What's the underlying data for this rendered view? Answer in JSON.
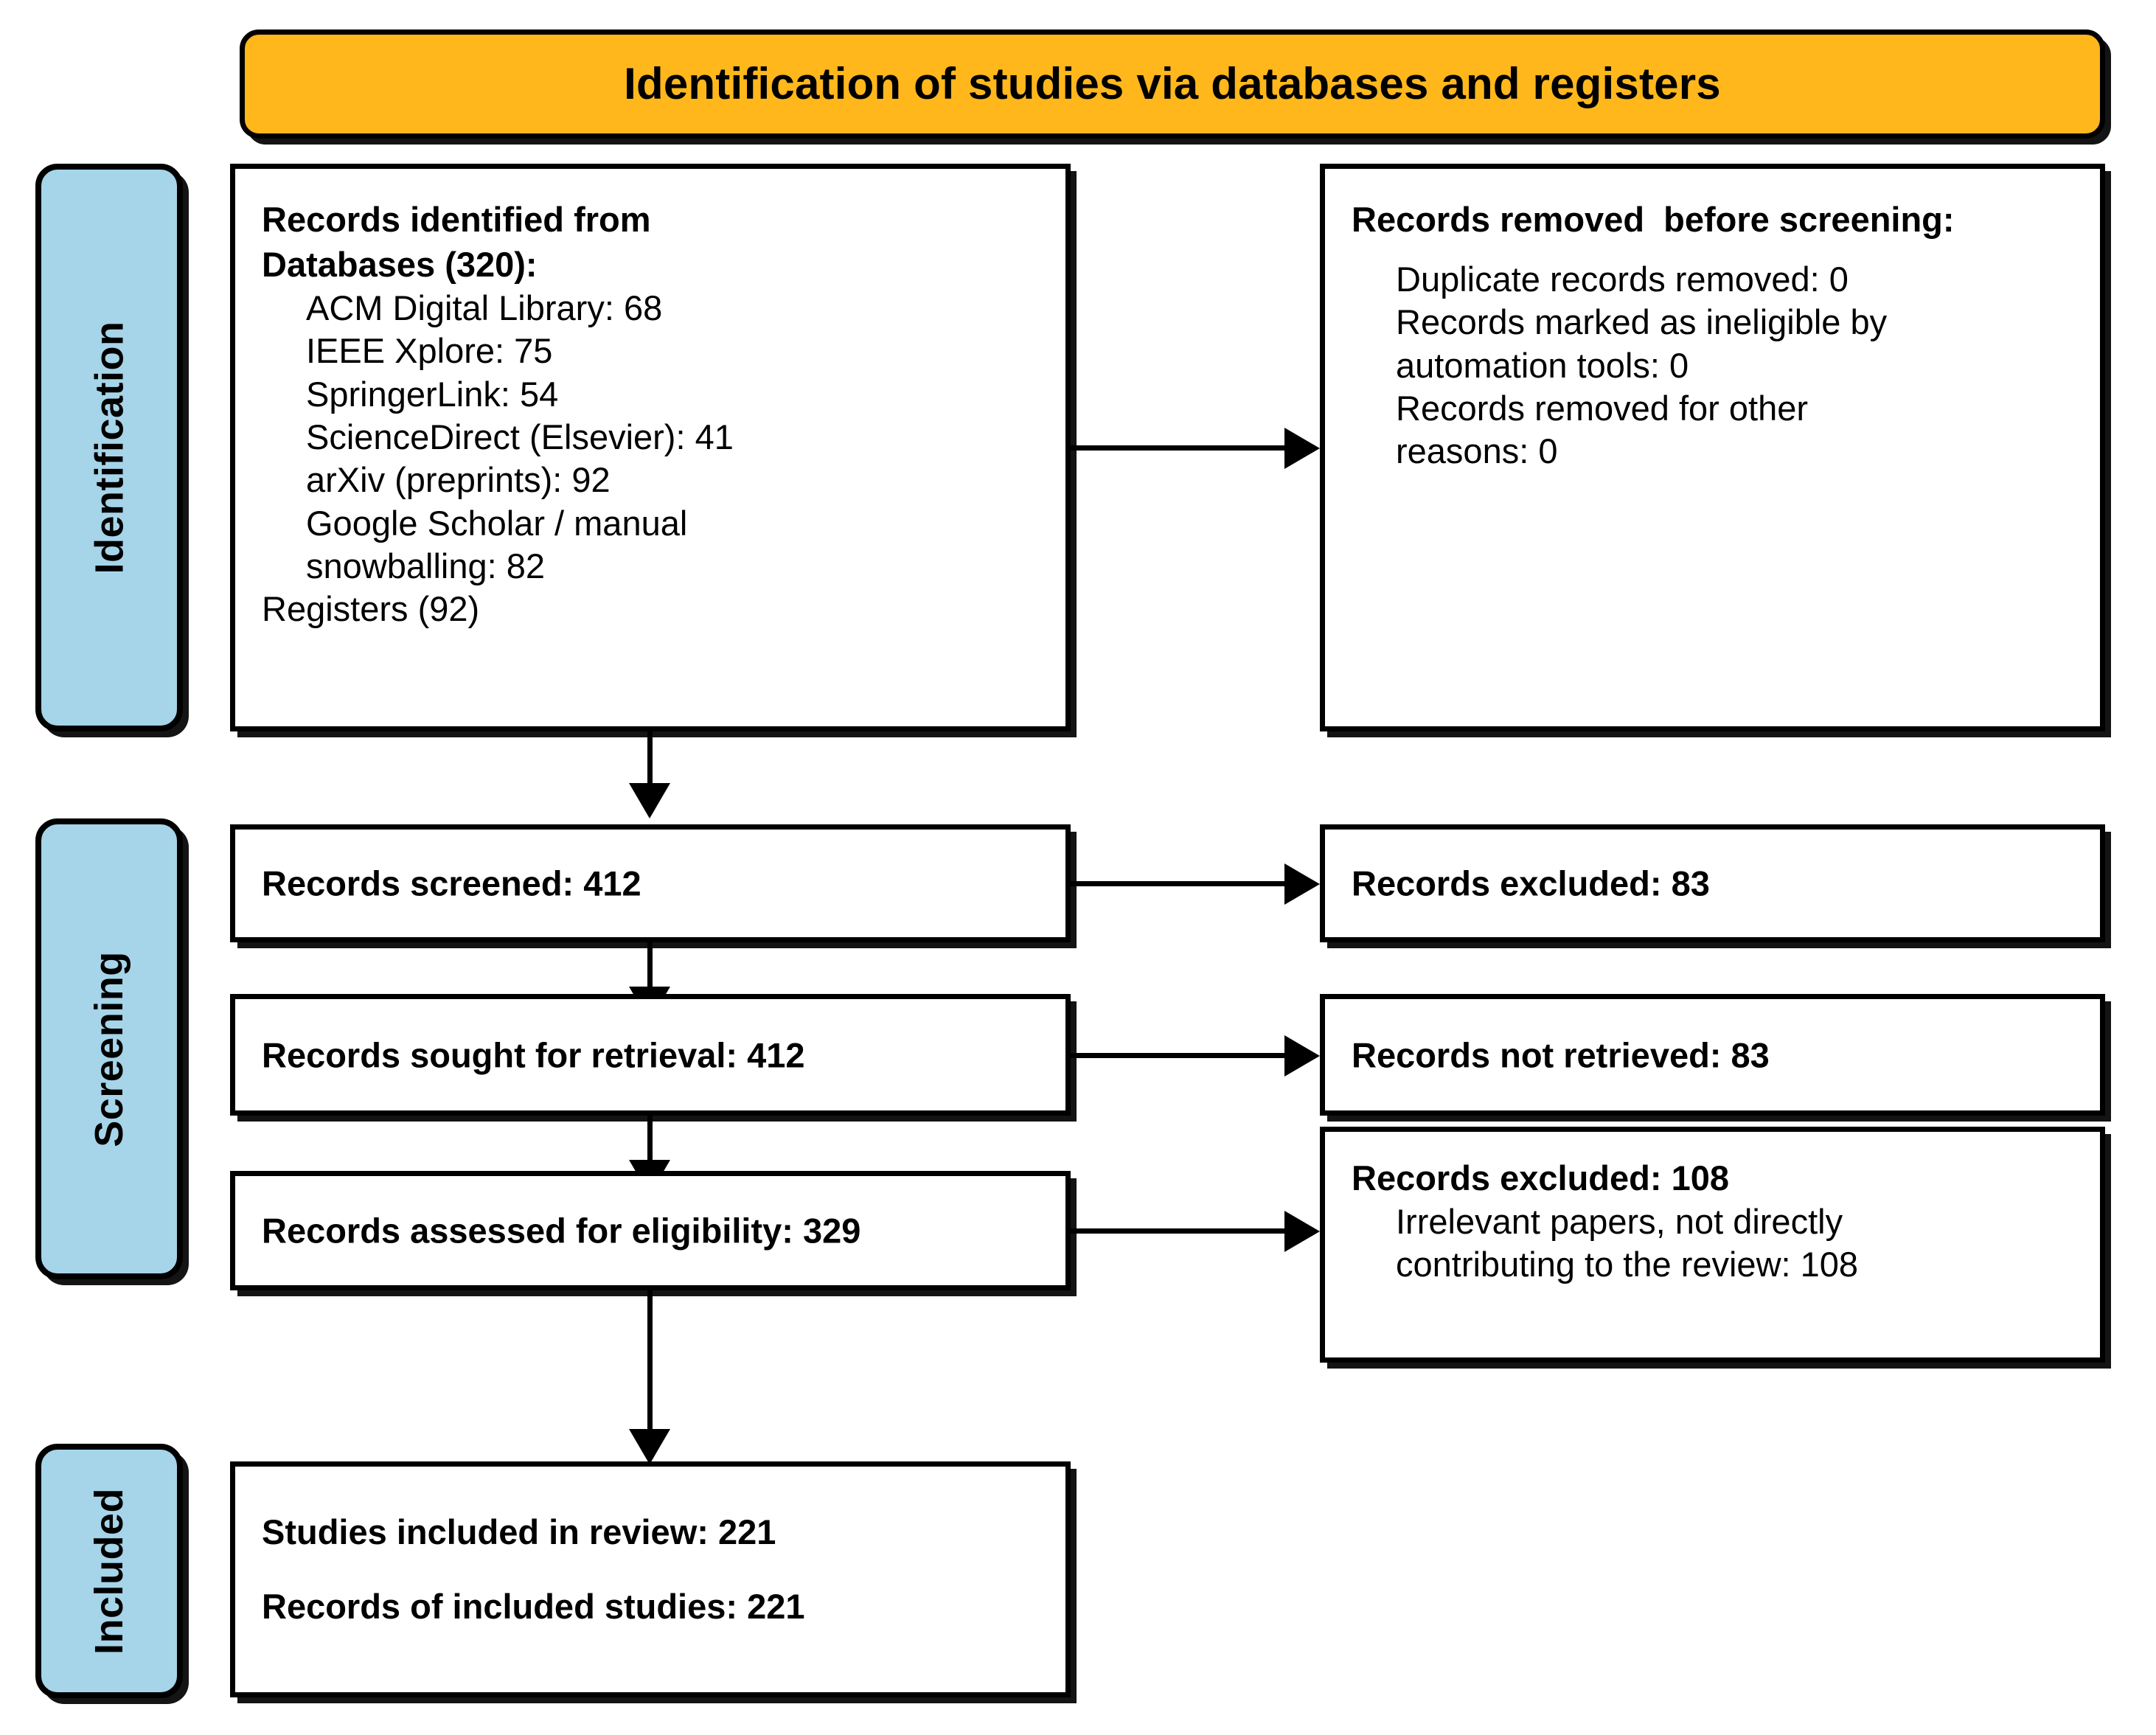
{
  "diagram": {
    "type": "prisma-flow-diagram",
    "header": {
      "title": "Identification of studies via databases and registers"
    },
    "stages": [
      {
        "key": "identification",
        "label": "Identification"
      },
      {
        "key": "screening",
        "label": "Screening"
      },
      {
        "key": "included",
        "label": "Included"
      }
    ],
    "colors": {
      "header_fill": "#FFB71C",
      "stage_fill": "#A6D4E9",
      "box_fill": "#FFFFFF",
      "stroke": "#000000"
    },
    "boxes": {
      "records_identified": {
        "title_line1": "Records identified from",
        "title_line2": "Databases (320):",
        "sources": [
          "ACM Digital Library: 68",
          "IEEE Xplore: 75",
          "SpringerLink: 54",
          "ScienceDirect (Elsevier): 41",
          "arXiv (preprints): 92",
          "Google Scholar / manual",
          "snowballing: 82"
        ],
        "registers": "Registers (92)"
      },
      "records_removed": {
        "title": "Records removed  before screening:",
        "items": [
          "Duplicate records removed: 0",
          "Records marked as ineligible by",
          "automation tools: 0",
          "Records removed for other",
          "reasons: 0"
        ]
      },
      "records_screened": {
        "title": "Records screened: 412"
      },
      "records_excluded_1": {
        "title": "Records excluded: 83"
      },
      "records_sought": {
        "title": "Records sought for retrieval: 412"
      },
      "records_not_retrieved": {
        "title": "Records not retrieved: 83"
      },
      "records_assessed": {
        "title": "Records assessed for eligibility: 329"
      },
      "records_excluded_2": {
        "title": "Records excluded: 108",
        "detail_line1": "Irrelevant papers, not directly",
        "detail_line2": "contributing to the review: 108"
      },
      "studies_included": {
        "line1": "Studies included in review: 221",
        "line2": "Records of included studies: 221"
      }
    },
    "counts": {
      "databases_total": 320,
      "acm_digital_library": 68,
      "ieee_xplore": 75,
      "springerlink": 54,
      "sciencedirect_elsevier": 41,
      "arxiv_preprints": 92,
      "google_scholar_manual_snowballing": 82,
      "registers": 92,
      "duplicate_records_removed": 0,
      "marked_ineligible_by_automation": 0,
      "removed_other_reasons": 0,
      "records_screened": 412,
      "records_excluded_screening": 83,
      "records_sought_for_retrieval": 412,
      "records_not_retrieved": 83,
      "records_assessed_for_eligibility": 329,
      "records_excluded_eligibility": 108,
      "studies_included_in_review": 221,
      "records_of_included_studies": 221
    }
  }
}
